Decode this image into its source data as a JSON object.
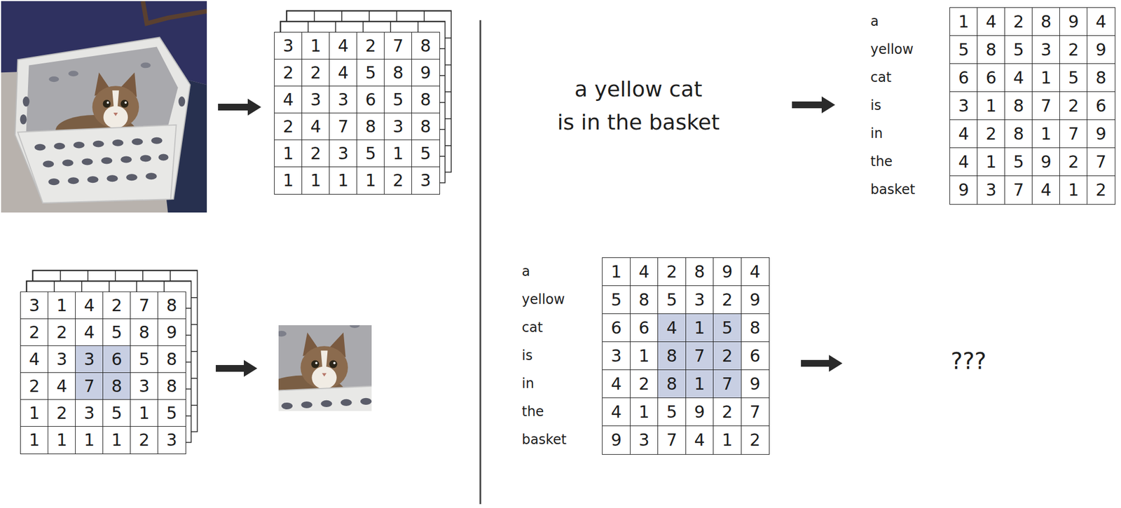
{
  "diagram": {
    "labels": [
      "3",
      "1",
      "4",
      "2",
      "7",
      "8",
      "2",
      "2",
      "4",
      "5",
      "8",
      "9",
      "4",
      "3",
      "3",
      "6",
      "5",
      "8",
      "2",
      "4",
      "7",
      "8",
      "3",
      "8",
      "1",
      "2",
      "3",
      "5",
      "1",
      "5",
      "1",
      "1",
      "1",
      "1",
      "2",
      "3",
      "a yellow cat is in the basket",
      "a",
      "yellow",
      "cat",
      "is",
      "in",
      "the",
      "basket",
      "1",
      "4",
      "2",
      "8",
      "9",
      "4",
      "5",
      "8",
      "5",
      "3",
      "2",
      "9",
      "6",
      "6",
      "4",
      "1",
      "5",
      "8",
      "3",
      "1",
      "8",
      "7",
      "2",
      "6",
      "4",
      "2",
      "8",
      "1",
      "7",
      "9",
      "4",
      "1",
      "5",
      "9",
      "2",
      "7",
      "9",
      "3",
      "7",
      "4",
      "1",
      "2",
      "3",
      "1",
      "4",
      "2",
      "7",
      "8",
      "2",
      "2",
      "4",
      "5",
      "8",
      "9",
      "4",
      "3",
      "3",
      "6",
      "5",
      "8",
      "2",
      "4",
      "7",
      "8",
      "3",
      "8",
      "1",
      "2",
      "3",
      "5",
      "1",
      "5",
      "1",
      "1",
      "1",
      "1",
      "2",
      "3",
      "a",
      "yellow",
      "cat",
      "is",
      "in",
      "the",
      "basket",
      "1",
      "4",
      "2",
      "8",
      "9",
      "4",
      "5",
      "8",
      "5",
      "3",
      "2",
      "9",
      "6",
      "6",
      "4",
      "1",
      "5",
      "8",
      "3",
      "1",
      "8",
      "7",
      "2",
      "6",
      "4",
      "2",
      "8",
      "1",
      "7",
      "9",
      "4",
      "1",
      "5",
      "9",
      "2",
      "7",
      "9",
      "3",
      "7",
      "4",
      "1",
      "2",
      "???"
    ]
  }
}
